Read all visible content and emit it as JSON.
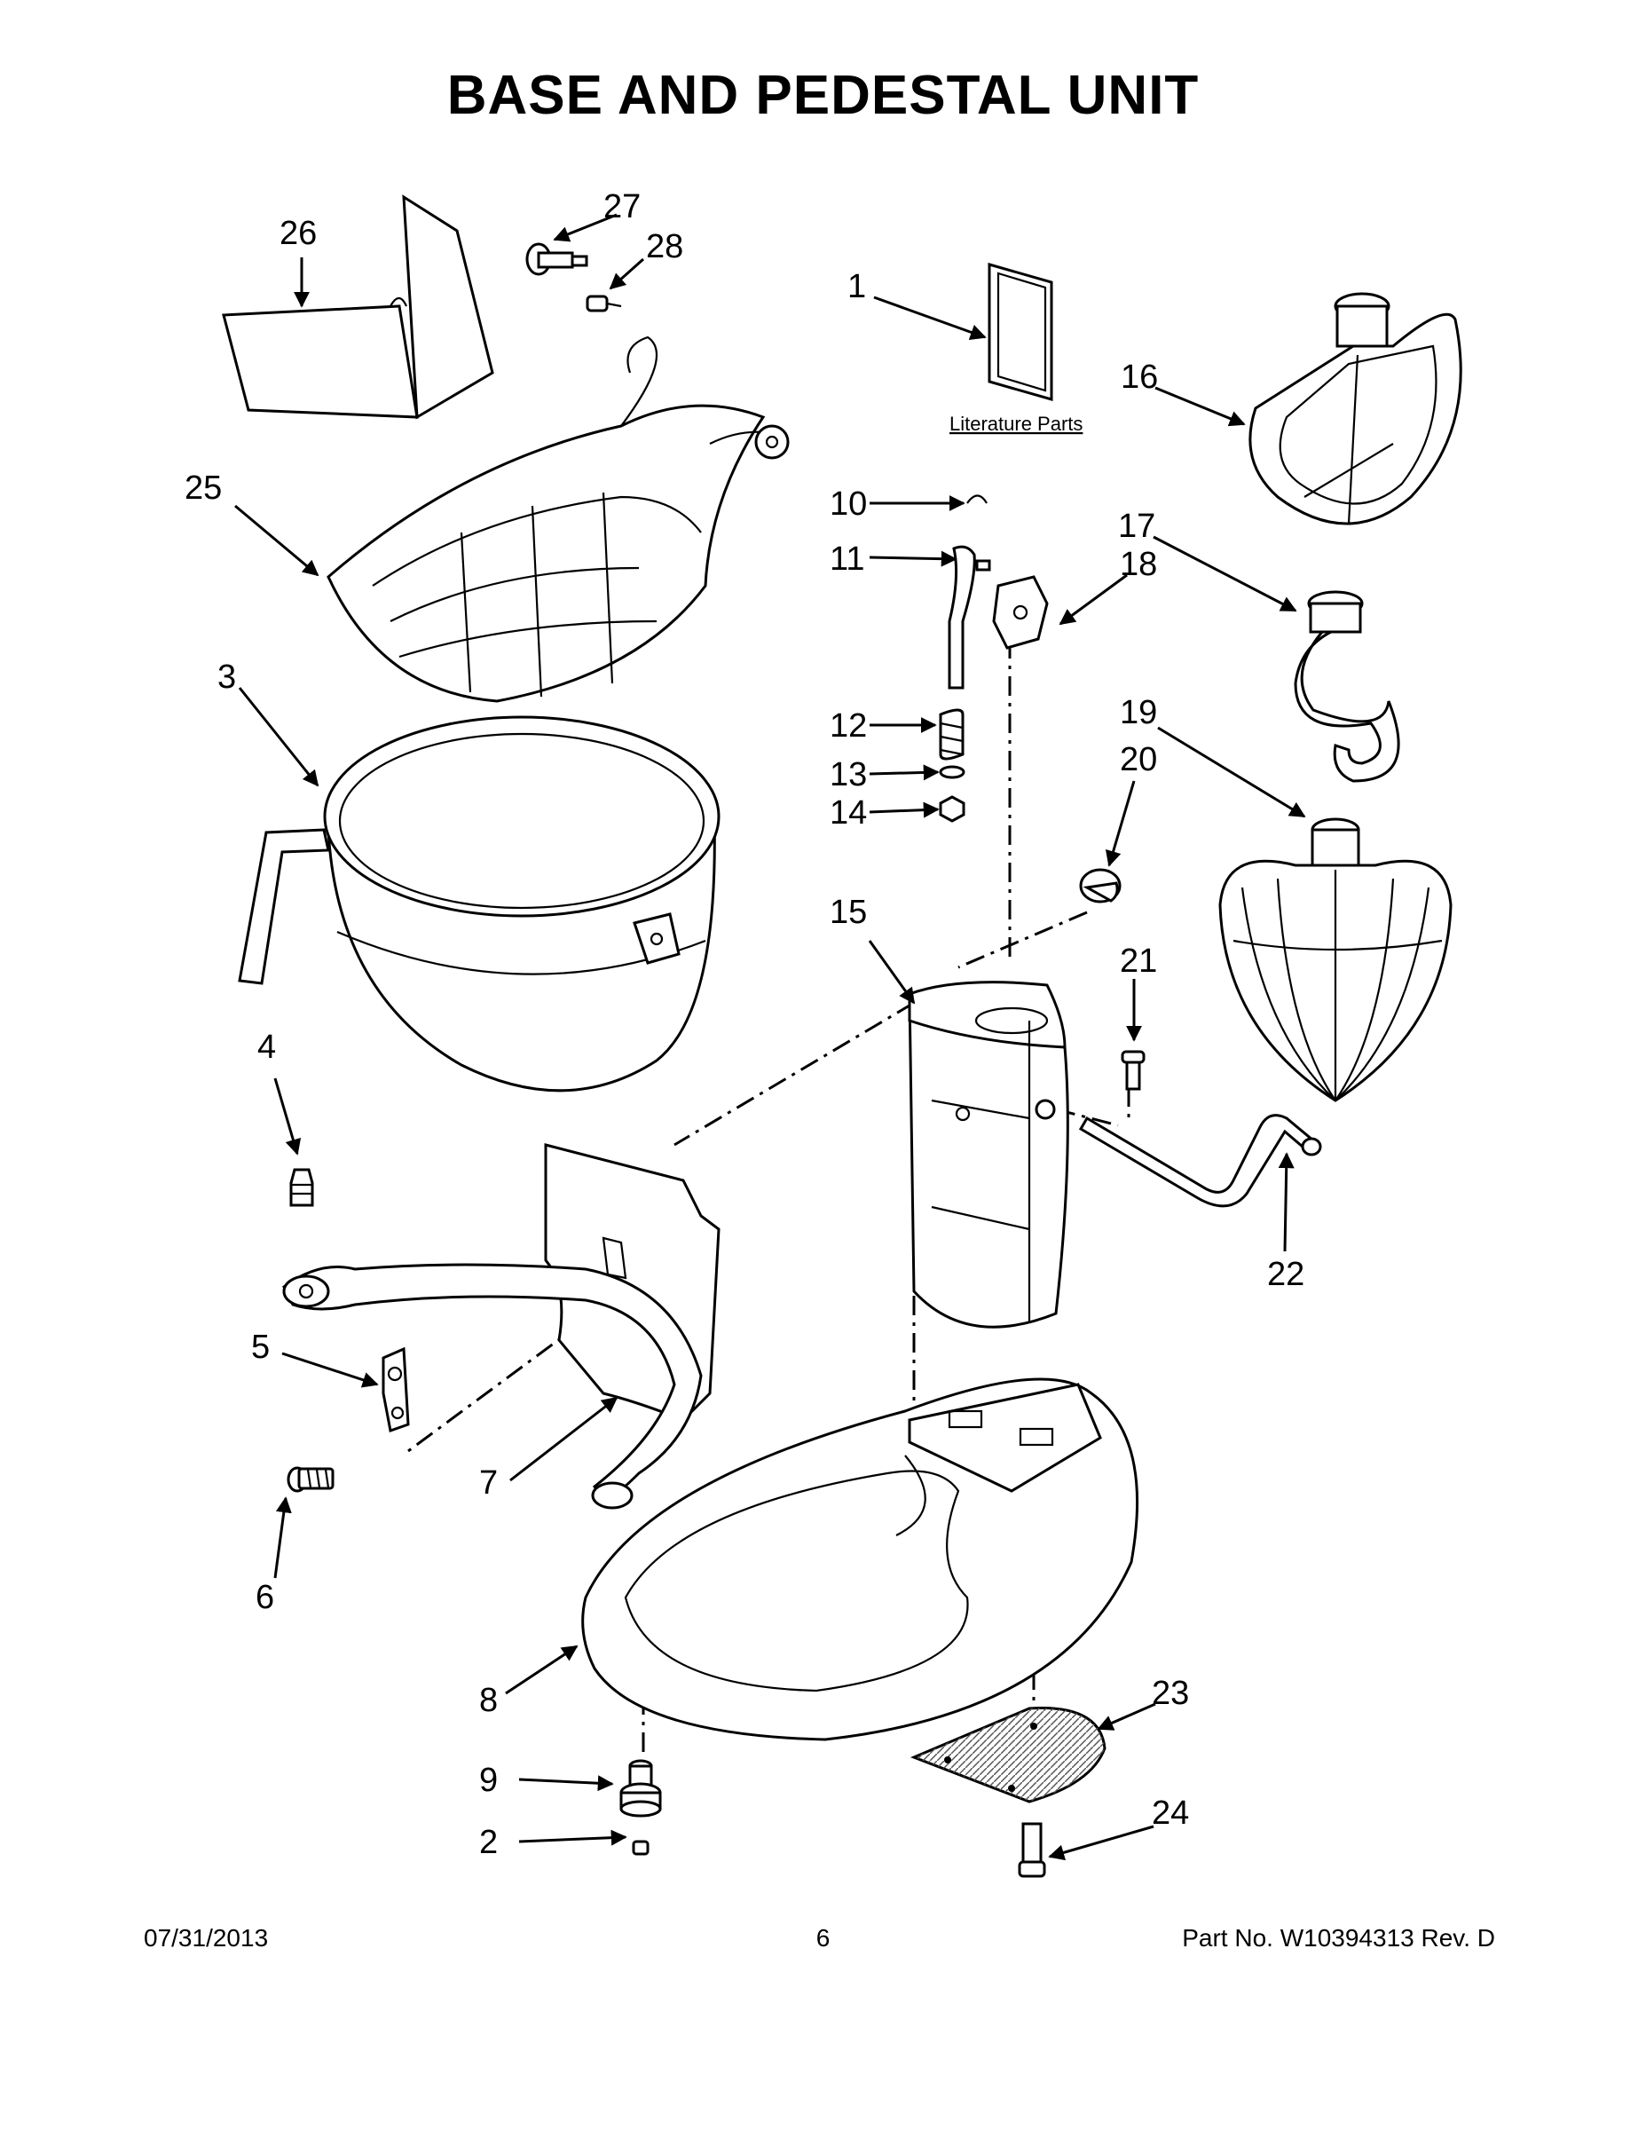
{
  "title": "BASE AND PEDESTAL UNIT",
  "literature_label": "Literature Parts",
  "callouts": [
    "1",
    "2",
    "3",
    "4",
    "5",
    "6",
    "7",
    "8",
    "9",
    "10",
    "11",
    "12",
    "13",
    "14",
    "15",
    "16",
    "17",
    "18",
    "19",
    "20",
    "21",
    "22",
    "23",
    "24",
    "25",
    "26",
    "27",
    "28"
  ],
  "footer": {
    "date": "07/31/2013",
    "page": "6",
    "part_no": "Part No.  W10394313  Rev.  D"
  }
}
